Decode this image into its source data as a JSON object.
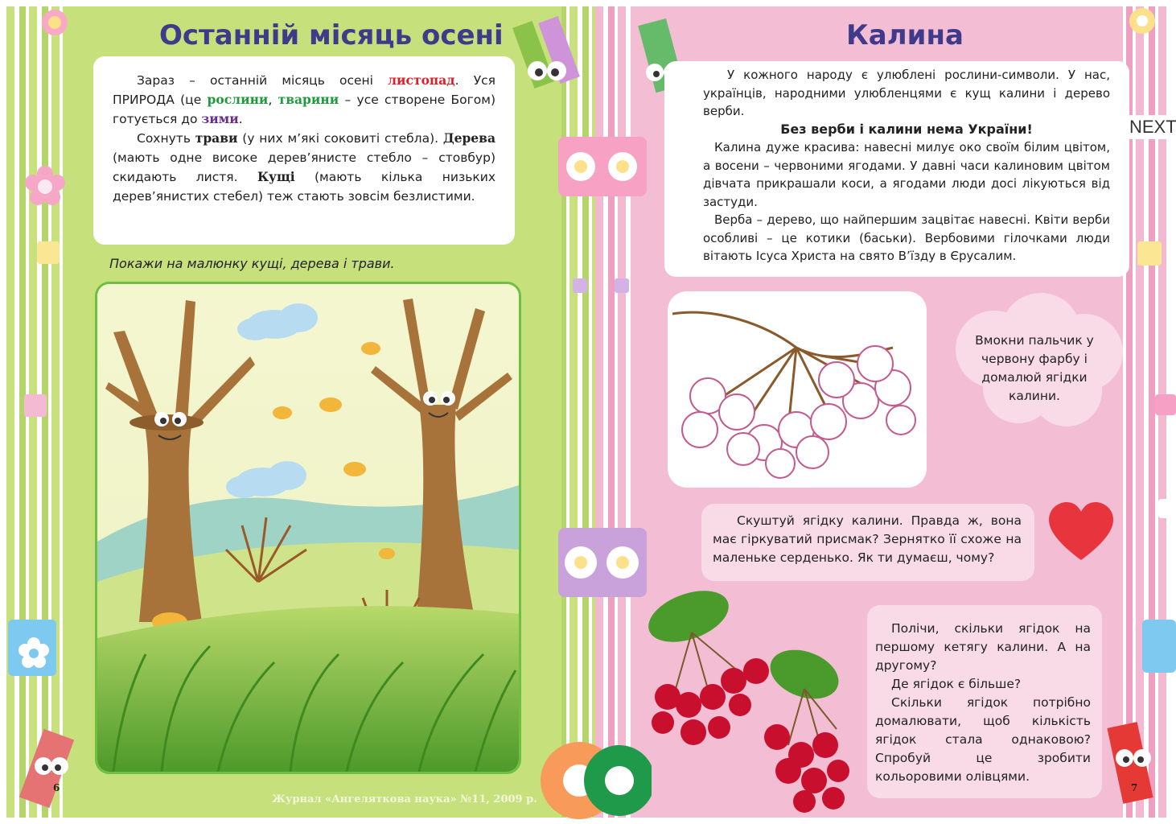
{
  "left_page": {
    "title": "Останній місяць осені",
    "para1": {
      "t1": "Зараз – останній місяць осені ",
      "kw1": "листопад",
      "t2": ". Уся ПРИРОДА (це ",
      "kw2": "рослини",
      "t3": ", ",
      "kw3": "тварини",
      "t4": " – усе створене Богом) готується до ",
      "kw4": "зими",
      "t5": "."
    },
    "para2": {
      "t1": "Сохнуть ",
      "kw1": "трави",
      "t2": " (у них м’які соковиті стебла). ",
      "kw2": "Дерева",
      "t3": " (мають одне високе дерев’янисте стебло – стовбур) скидають листя. ",
      "kw3": "Кущі",
      "t4": " (мають кілька низьких дерев’янистих стебел) теж стають зовсім безлистими."
    },
    "instruction": "Покажи на малюнку кущі, дерева і трави.",
    "page_number": "6",
    "footer": "Журнал «Ангеляткова наука» №11, 2009 р."
  },
  "right_page": {
    "title": "Калина",
    "intro": "У кожного народу є улюблені рослини-символи. У нас, українців, народними улюбленцями є кущ калини і дерево верби.",
    "slogan": "Без верби і калини нема України!",
    "para_kalyna": "Калина дуже красива: навесні милує око своїм білим цвітом, а восени – червоними ягодами. У давні часи калиновим цвітом дівчата прикрашали коси, а ягодами люди досі лікуються від застуди.",
    "para_verba": "Верба – дерево, що найпершим зацвітає навесні. Квіти верби особливі – це котики (баськи). Вербовими гілочками люди вітають Ісуса Христа на свято В’їзду в Єрусалим.",
    "cloud_text": "Вмокни пальчик у червону фарбу і домалюй ягідки калини.",
    "taste_text": "Скуштуй ягідку калини. Правда ж, вона має гіркуватий присмак? Зернятко її схоже на маленьке серденько. Як ти думаєш, чому?",
    "count_p1": "Полічи, скільки ягідок на першому кетягу калини. А на другому?",
    "count_p2": "Де ягідок є більше?",
    "count_p3": "Скільки ягідок потрібно домалювати, щоб кількість ягідок стала однаковою? Спробуй це зробити кольоровими олівцями.",
    "page_number": "7",
    "next_label": "NEXT"
  },
  "colors": {
    "title": "#3f3a8a",
    "left_bg": "#c6e07c",
    "right_bg": "#f3bdd4",
    "keyword_red": "#e01e2a",
    "keyword_green": "#1f9a3c",
    "keyword_purple": "#6a2c8c",
    "berry": "#c8102e"
  }
}
